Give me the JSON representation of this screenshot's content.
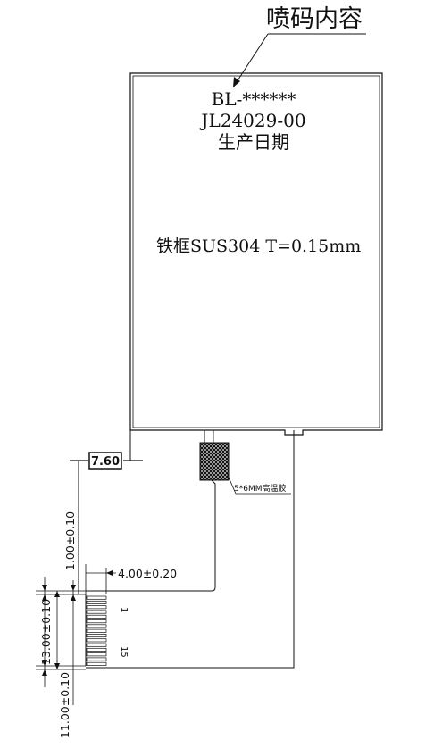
{
  "callout": {
    "label": "喷码内容"
  },
  "panel": {
    "code_lines": [
      "BL-******",
      "JL24029-00",
      "生产日期"
    ],
    "frame_label": "铁框SUS304  T=0.15mm"
  },
  "tape": {
    "label": "5*6MM高温胶"
  },
  "dims": {
    "boxed_value": "7.60",
    "fpc_width": "4.00±0.20",
    "gap_top": "1.00±0.10",
    "overall": "13.00±0.10",
    "pitch": "11.00±0.10"
  },
  "pins": {
    "first": "1",
    "last": "15"
  }
}
